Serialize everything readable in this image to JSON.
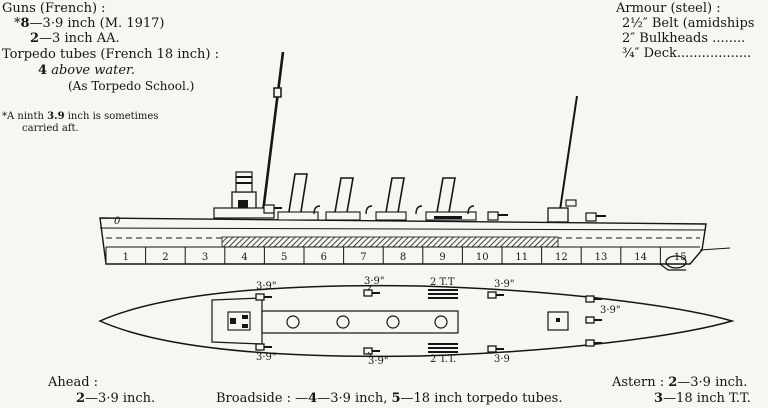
{
  "guns": {
    "heading": "Guns (French) :",
    "line1_mark": "*",
    "line1_num": "8",
    "line1_rest": "—3·9 inch (M. 1917)",
    "line2_num": "2",
    "line2_rest": "—3 inch AA."
  },
  "torpedo": {
    "heading": "Torpedo tubes (French 18 inch) :",
    "line1_num": "4",
    "line1_rest": "above water.",
    "line2": "(As Torpedo School.)"
  },
  "footnote": {
    "line1_a": "*A ninth ",
    "line1_b": "3.9",
    "line1_c": " inch is sometimes",
    "line2": "carried aft."
  },
  "armour": {
    "heading": "Armour (steel) :",
    "belt_frac": "2½″",
    "belt_text": "Belt (amidships",
    "bulk_frac": "2″",
    "bulk_text": "Bulkheads ........",
    "deck_frac": "¾″",
    "deck_text": "Deck.................."
  },
  "profile": {
    "bow_mark": "0",
    "sections": [
      "1",
      "2",
      "3",
      "4",
      "5",
      "6",
      "7",
      "8",
      "9",
      "10",
      "11",
      "12",
      "13",
      "14",
      "15"
    ]
  },
  "plan_labels": {
    "fwd_port": "3·9\"",
    "mid_port": "3·9\"",
    "tt_port": "2 T.T",
    "aft_port": "3·9\"",
    "stern": "3·9\"",
    "fwd_stbd": "3·9\"",
    "mid_stbd": "3·9\"",
    "tt_stbd": "2 T.T.",
    "aft_stbd": "3·9"
  },
  "footer": {
    "ahead_label": "Ahead :",
    "ahead_num": "2",
    "ahead_rest": "—3·9 inch.",
    "broadside_prefix": "Broadside : —",
    "broadside_num1": "4",
    "broadside_mid": "—3·9 inch,",
    "broadside_num2": "5",
    "broadside_rest": "—18 inch torpedo tubes.",
    "astern_label": "Astern :",
    "astern_num": "2",
    "astern_rest": "—3·9 inch.",
    "astern2_num": "3",
    "astern2_rest": "—18 inch T.T."
  },
  "colors": {
    "ink": "#151515",
    "paper": "#f7f6f1"
  }
}
